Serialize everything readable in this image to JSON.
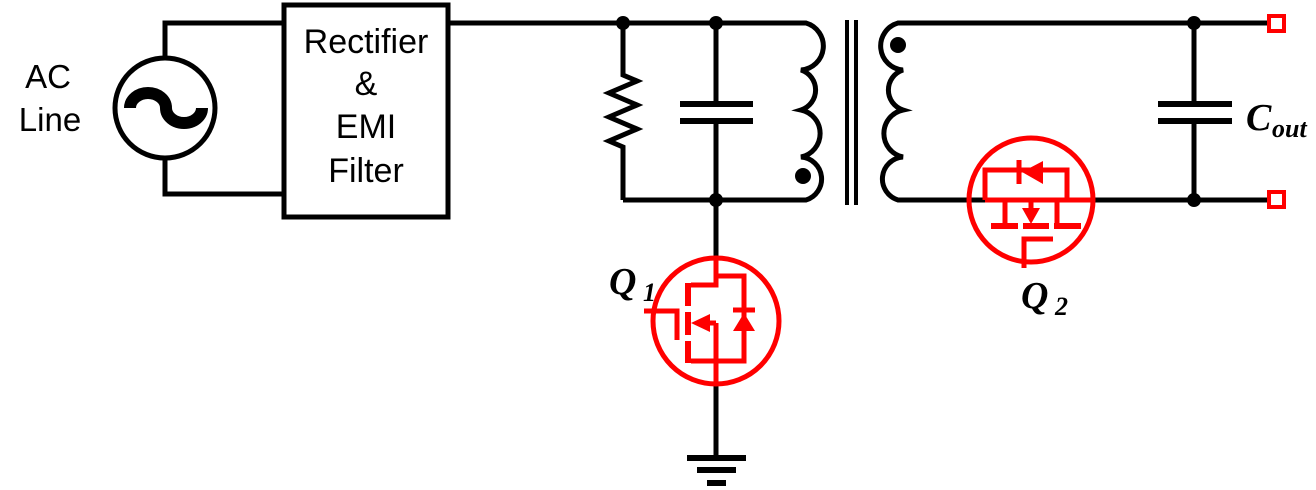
{
  "colors": {
    "wire": "#000000",
    "device": "#ff0000",
    "background": "#ffffff"
  },
  "ac_source": {
    "label_line1": "AC",
    "label_line2": "Line"
  },
  "rectifier_block": {
    "line1": "Rectifier",
    "line2": "&",
    "line3": "EMI",
    "line4": "Filter"
  },
  "mosfets": {
    "q1": {
      "name": "Q",
      "subscript": "1"
    },
    "q2": {
      "name": "Q",
      "subscript": "2"
    }
  },
  "output_capacitor": {
    "name": "C",
    "subscript": "out"
  },
  "symbols": [
    "ac-voltage-source",
    "rectifier-emi-filter-block",
    "snubber-resistor",
    "snubber-capacitor",
    "flyback-transformer",
    "transformer-core",
    "transformer-polarity-dots",
    "primary-switch-mosfet-q1",
    "secondary-sync-mosfet-q2",
    "body-diode",
    "output-capacitor",
    "output-terminals",
    "ground"
  ]
}
